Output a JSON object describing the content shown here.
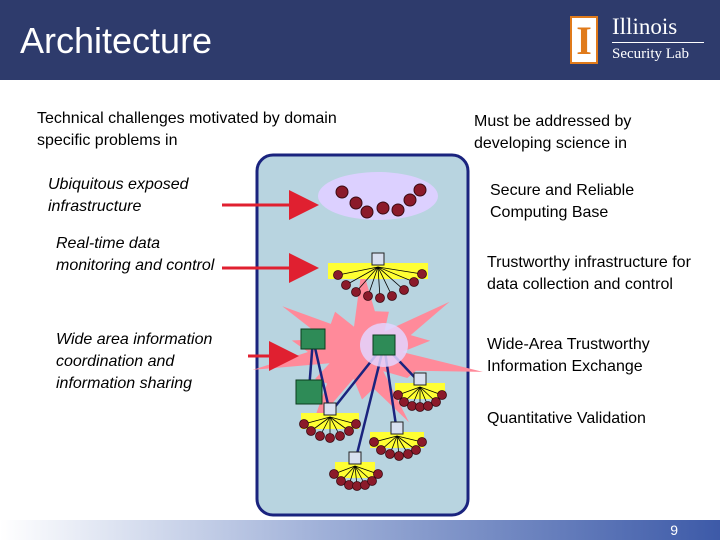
{
  "header": {
    "title": "Architecture"
  },
  "logo": {
    "name": "Illinois",
    "sub": "Security Lab",
    "glyph": "I"
  },
  "left_heading": "Technical challenges motivated by domain specific problems in",
  "left_items": [
    "Ubiquitous exposed infrastructure",
    "Real-time data monitoring and control",
    "Wide area information coordination and information sharing"
  ],
  "right_heading": "Must be addressed by developing science in",
  "right_items": [
    "Secure and Reliable Computing Base",
    "Trustworthy infrastructure for data collection and control",
    "Wide-Area Trustworthy Information Exchange",
    "Quantitative Validation"
  ],
  "page_number": "9",
  "colors": {
    "header": "#2e3b6c",
    "panel": "#b8d4e0",
    "starburst": "#ff8a9a",
    "arrow": "#e02030",
    "node": "#8b1a2a",
    "sensor_bar": "#ffff33",
    "hub": "#2e8b57",
    "wire": "#1a237e"
  }
}
